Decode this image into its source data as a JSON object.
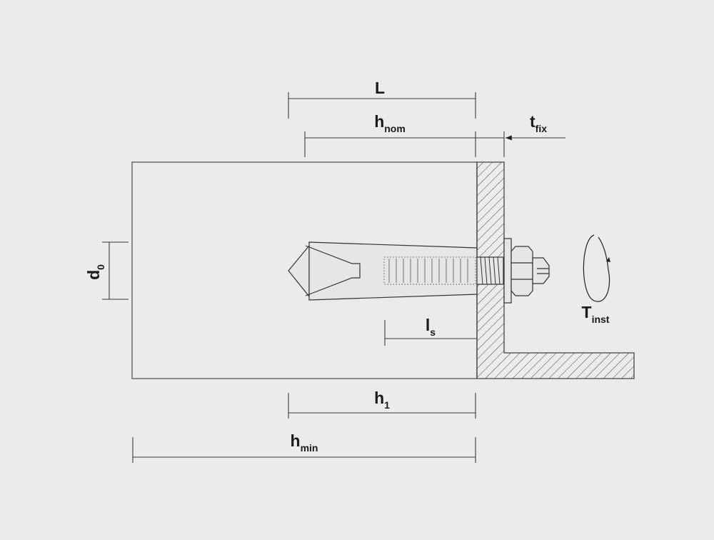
{
  "labels": {
    "L": {
      "main": "L",
      "sub": ""
    },
    "h_nom": {
      "main": "h",
      "sub": "nom"
    },
    "t_fix": {
      "main": "t",
      "sub": "fix"
    },
    "d_0": {
      "main": "d",
      "sub": "0"
    },
    "l_s": {
      "main": "l",
      "sub": "s"
    },
    "T_inst": {
      "main": "T",
      "sub": "inst"
    },
    "h_1": {
      "main": "h",
      "sub": "1"
    },
    "h_min": {
      "main": "h",
      "sub": "min"
    }
  },
  "colors": {
    "background": "#ebebeb",
    "line": "#3a3a3a",
    "hatch": "#444444",
    "anchor_fill": "#e6e6e6"
  }
}
